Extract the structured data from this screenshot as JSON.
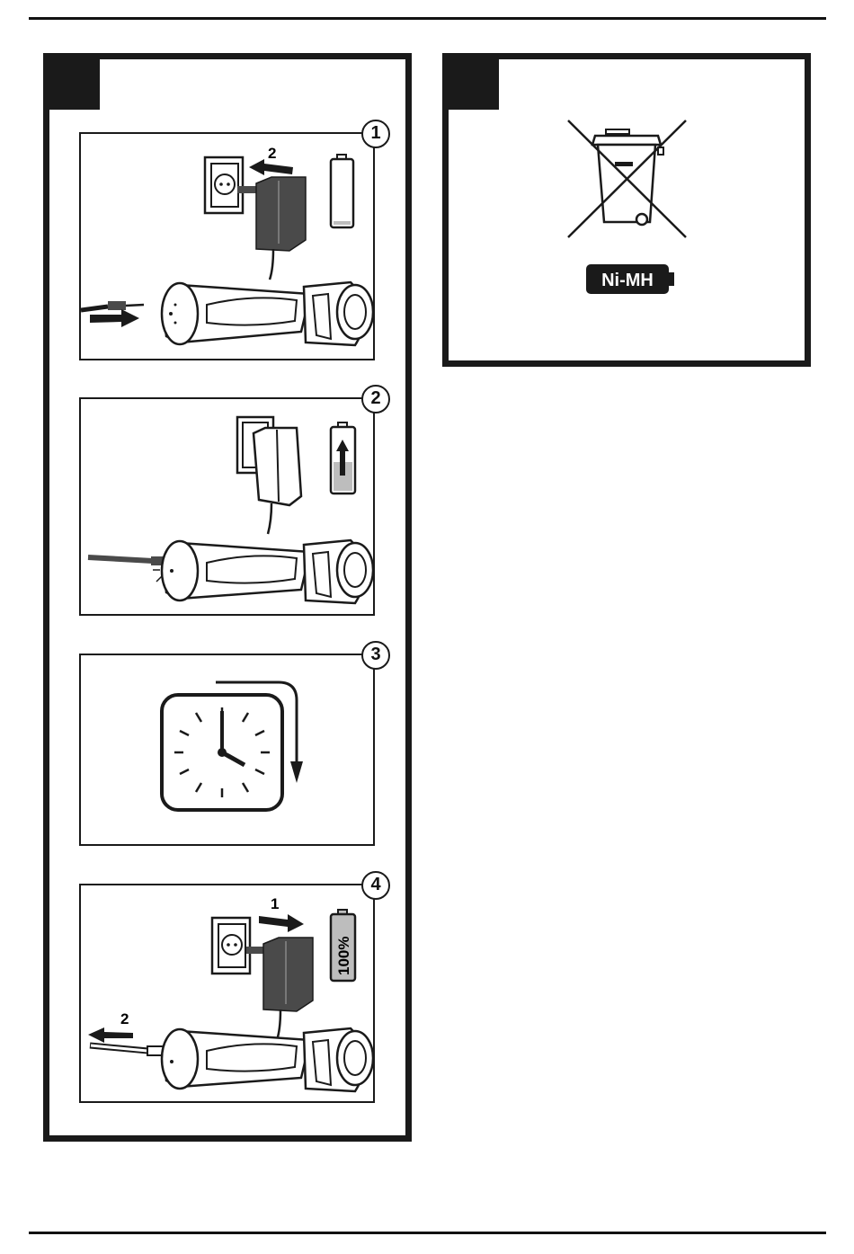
{
  "steps": [
    {
      "badge": "1",
      "arrow_label": "2"
    },
    {
      "badge": "2"
    },
    {
      "badge": "3"
    },
    {
      "badge": "4",
      "arrow_label_plug": "1",
      "arrow_label_cable": "2",
      "battery_label": "100%"
    }
  ],
  "disposal": {
    "battery_type_label": "Ni-MH"
  },
  "icons": {
    "outlet": "wall-socket-icon",
    "charger": "plug-charger-icon",
    "battery": "battery-level-icon",
    "clock": "clock-icon",
    "bin": "crossed-out-wheelie-bin-icon",
    "torch": "flashlight-icon"
  },
  "colors": {
    "ink": "#1a1a1a",
    "charger_fill": "#4a4a4a",
    "battery_fill": "#bdbdbd"
  }
}
